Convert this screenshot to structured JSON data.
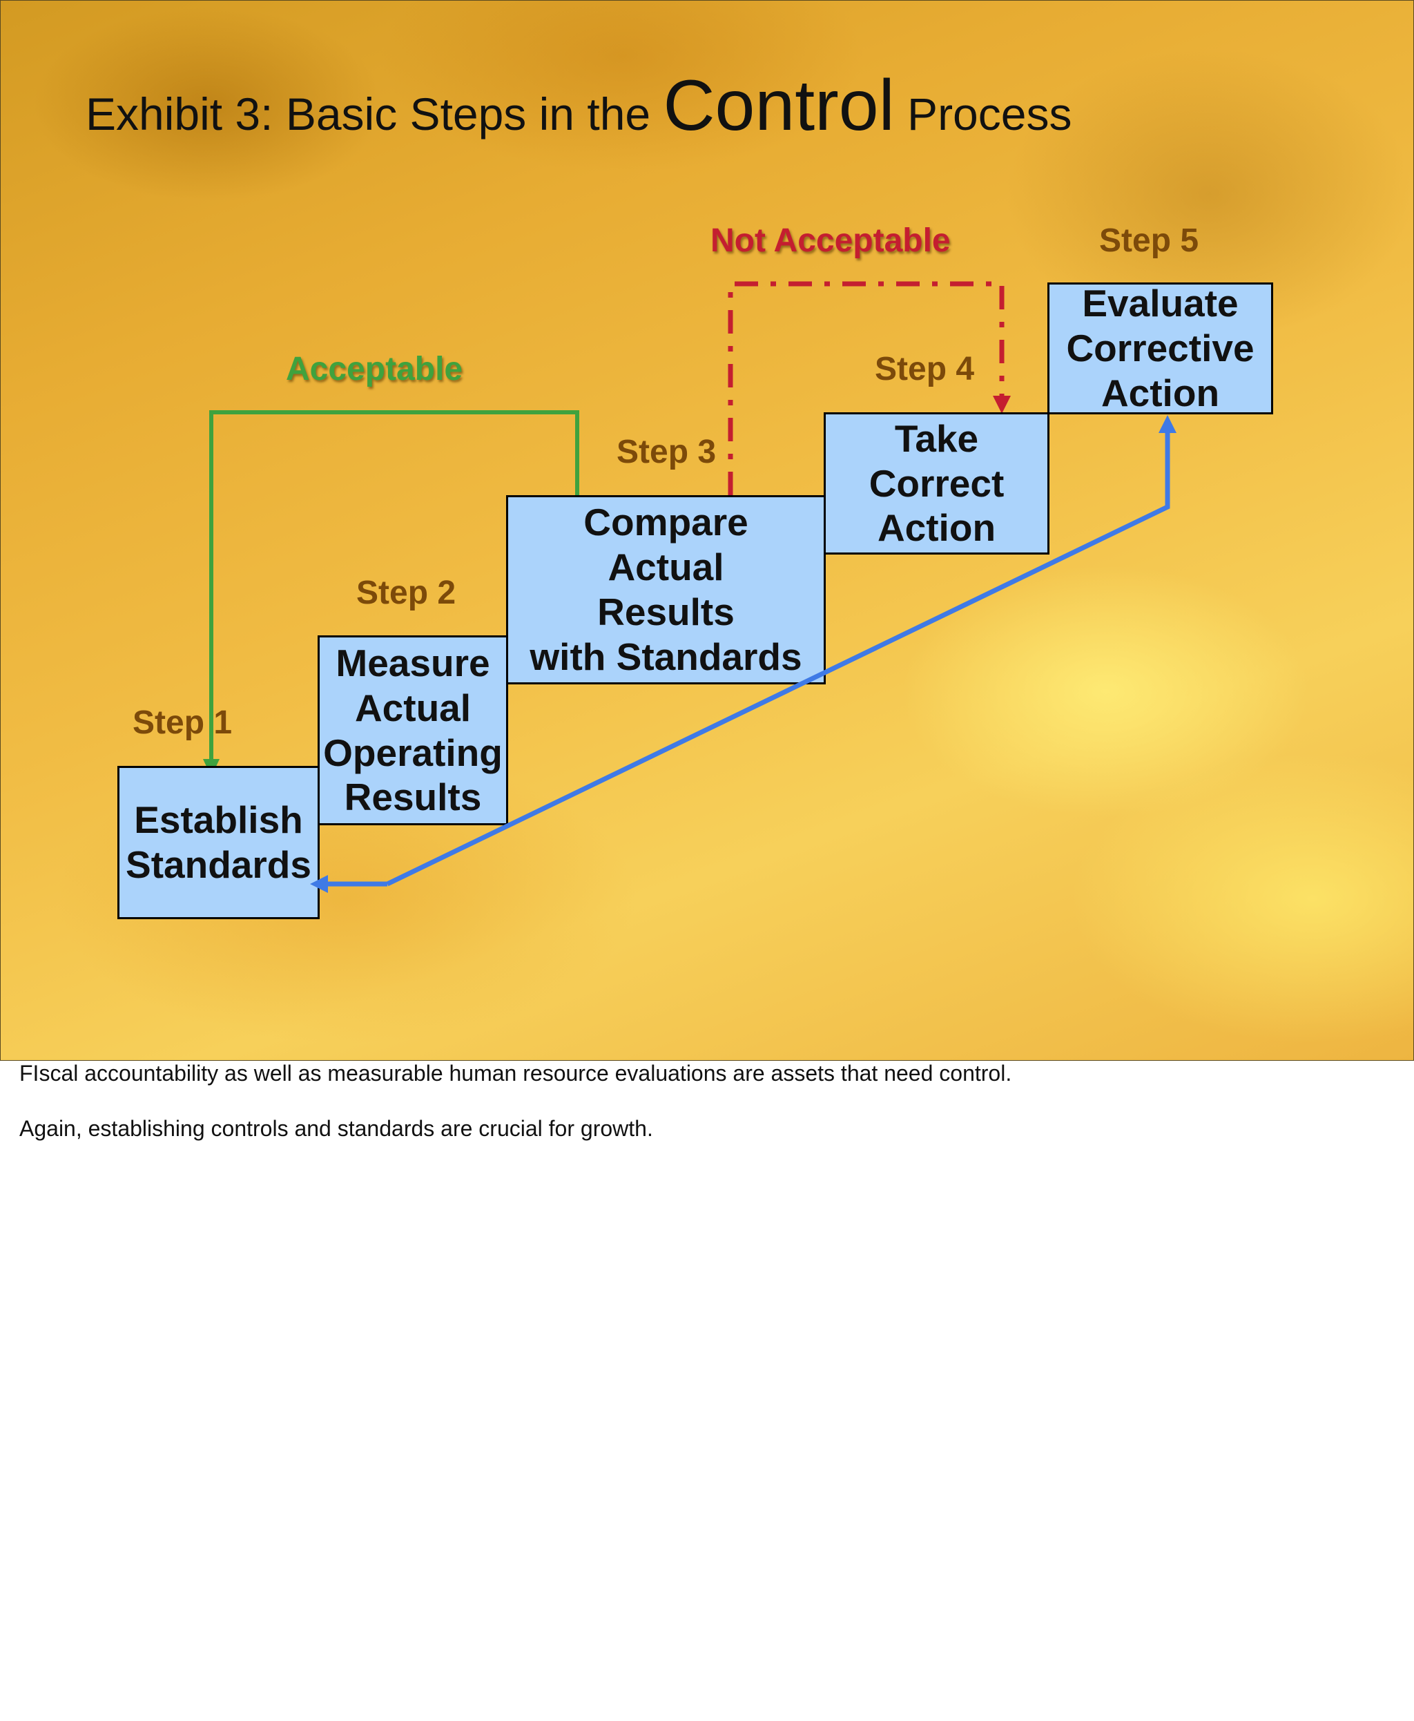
{
  "slide": {
    "title_prefix": "Exhibit 3: Basic Steps in the ",
    "title_emphasis": "Control",
    "title_suffix": " Process",
    "background_color": "#f1bd45"
  },
  "steps": [
    {
      "step_label": "Step 1",
      "box_text": "Establish\nStandards"
    },
    {
      "step_label": "Step 2",
      "box_text": "Measure\nActual\nOperating\nResults"
    },
    {
      "step_label": "Step 3",
      "box_text": "Compare\nActual\nResults\nwith Standards"
    },
    {
      "step_label": "Step 4",
      "box_text": "Take\nCorrect\nAction"
    },
    {
      "step_label": "Step 5",
      "box_text": "Evaluate\nCorrective\nAction"
    }
  ],
  "flows": {
    "acceptable_label": "Acceptable",
    "not_acceptable_label": "Not Acceptable",
    "acceptable_color": "#3fa23e",
    "not_acceptable_color": "#c41e30",
    "feedback_color": "#3f7ae6"
  },
  "box_color": "#abd3fb",
  "notes": [
    "FIscal accountability as well as measurable human resource evaluations are assets that need control.",
    "Again, establishing controls and standards are crucial for growth."
  ]
}
